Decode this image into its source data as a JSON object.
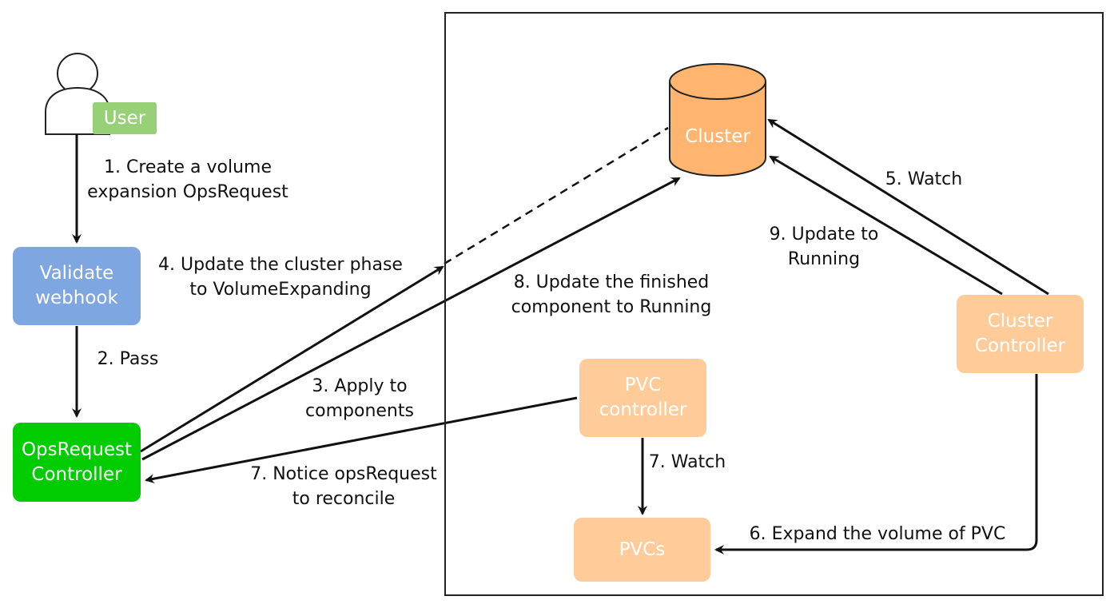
{
  "nodes": {
    "user": "User",
    "validate": "Validate\nwebhook",
    "opsrequest": "OpsRequest\nController",
    "cluster": "Cluster",
    "cluster_controller": "Cluster\nController",
    "pvc_controller": "PVC\ncontroller",
    "pvcs": "PVCs"
  },
  "edges": {
    "e1": "1. Create a volume\nexpansion OpsRequest",
    "e2": "2. Pass",
    "e3": "3. Apply to\ncomponents",
    "e4": "4. Update the cluster phase\nto VolumeExpanding",
    "e5": "5. Watch",
    "e6": "6. Expand the volume of PVC",
    "e7a": "7. Watch",
    "e7b": "7. Notice opsRequest\nto reconcile",
    "e8": "8. Update the finished\ncomponent to Running",
    "e9": "9. Update to\nRunning"
  },
  "colors": {
    "user_tag": "#97d077",
    "validate": "#7ea6e0",
    "opsrequest": "#00cc00",
    "cluster": "#ffb570",
    "light_orange": "#ffcc99"
  }
}
